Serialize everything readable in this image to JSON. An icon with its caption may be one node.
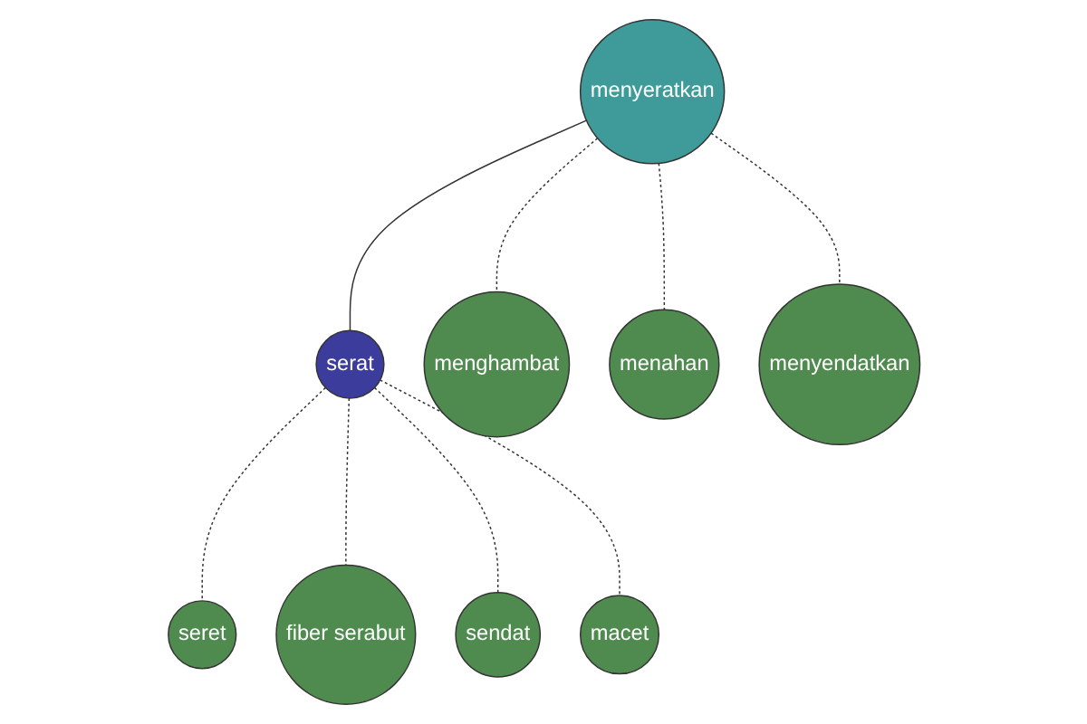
{
  "diagram": {
    "nodes": [
      {
        "text": [
          "menghambat"
        ]
      },
      {
        "text": [
          "menyeratkan"
        ]
      },
      {
        "text": [
          "menahan"
        ]
      },
      {
        "text": [
          "menyendatkan"
        ]
      },
      {
        "text": [
          "seret"
        ]
      },
      {
        "text": [
          "serat"
        ]
      },
      {
        "text": [
          "fiber serabut"
        ]
      },
      {
        "text": [
          "sendat"
        ]
      },
      {
        "text": [
          "macet"
        ]
      }
    ],
    "edges": [
      {
        "from": 1,
        "to": 0,
        "arrow": "none",
        "style": "dashed"
      },
      {
        "from": 1,
        "to": 2,
        "arrow": "none",
        "style": "dashed"
      },
      {
        "from": 1,
        "to": 3,
        "arrow": "none",
        "style": "dashed"
      },
      {
        "from": 1,
        "to": 5,
        "arrow": "none"
      },
      {
        "from": 5,
        "to": 4,
        "arrow": "none",
        "style": "dashed"
      },
      {
        "from": 5,
        "to": 6,
        "arrow": "none",
        "style": "dashed"
      },
      {
        "from": 5,
        "to": 7,
        "arrow": "none",
        "style": "dashed"
      },
      {
        "from": 5,
        "to": 8,
        "arrow": "none",
        "style": "dashed"
      }
    ]
  }
}
